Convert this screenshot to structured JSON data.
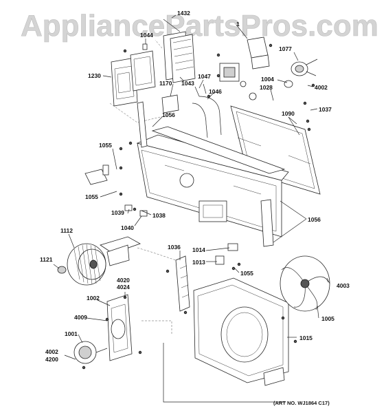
{
  "watermark": "AppliancePartsPros.com",
  "art_number": "(ART NO. WJ1864 C17)",
  "callouts": {
    "c1432": "1432",
    "c1": "1",
    "c1044": "1044",
    "c1077": "1077",
    "c1230": "1230",
    "c1043": "1043",
    "c1047": "1047",
    "c1004": "1004",
    "c4002a": "4002",
    "c1170": "1170",
    "c1046": "1046",
    "c1028": "1028",
    "c1056a": "1056",
    "c1090": "1090",
    "c1037": "1037",
    "c1055a": "1055",
    "c1055b": "1055",
    "c1039": "1039",
    "c1038": "1038",
    "c1040": "1040",
    "c1056b": "1056",
    "c1112": "1112",
    "c1036": "1036",
    "c1014": "1014",
    "c1013": "1013",
    "c1055c": "1055",
    "c1121": "1121",
    "c4003": "4003",
    "c4020": "4020",
    "c4024": "4024",
    "c1002": "1002",
    "c4009": "4009",
    "c1005": "1005",
    "c1001": "1001",
    "c1015": "1015",
    "c4002b": "4002",
    "c4200": "4200"
  }
}
